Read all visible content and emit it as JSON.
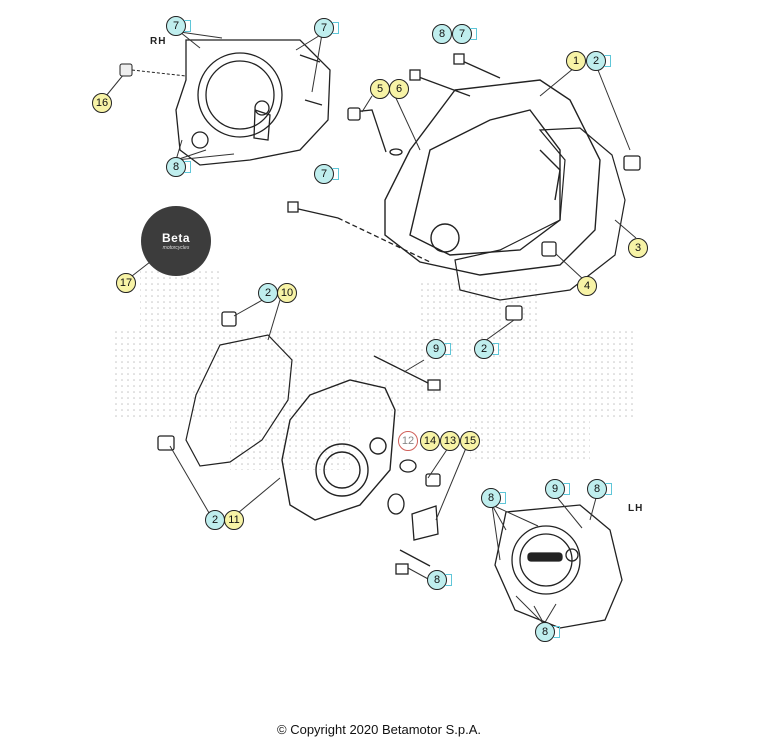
{
  "labels": {
    "rh": "RH",
    "lh": "LH"
  },
  "logo": {
    "brand": "Beta",
    "subtitle": "motorcycles"
  },
  "copyright": "© Copyright 2020 Betamotor S.p.A.",
  "callouts": [
    {
      "id": "c7a",
      "num": "7",
      "style": "cyan"
    },
    {
      "id": "c7b",
      "num": "7",
      "style": "cyan"
    },
    {
      "id": "c16",
      "num": "16",
      "style": "yellow"
    },
    {
      "id": "c8a",
      "num": "8",
      "style": "cyan"
    },
    {
      "id": "c8b",
      "num": "8",
      "style": "cyan"
    },
    {
      "id": "c7c",
      "num": "7",
      "style": "cyan"
    },
    {
      "id": "c1",
      "num": "1",
      "style": "yellow"
    },
    {
      "id": "c2a",
      "num": "2",
      "style": "cyan"
    },
    {
      "id": "c5",
      "num": "5",
      "style": "yellow"
    },
    {
      "id": "c6",
      "num": "6",
      "style": "yellow"
    },
    {
      "id": "c7d",
      "num": "7",
      "style": "cyan"
    },
    {
      "id": "c3",
      "num": "3",
      "style": "yellow"
    },
    {
      "id": "c4",
      "num": "4",
      "style": "yellow"
    },
    {
      "id": "c17",
      "num": "17",
      "style": "yellow"
    },
    {
      "id": "c2b",
      "num": "2",
      "style": "cyan"
    },
    {
      "id": "c10",
      "num": "10",
      "style": "yellow"
    },
    {
      "id": "c2c",
      "num": "2",
      "style": "cyan"
    },
    {
      "id": "c9a",
      "num": "9",
      "style": "cyan"
    },
    {
      "id": "c12",
      "num": "12",
      "style": "red"
    },
    {
      "id": "c14",
      "num": "14",
      "style": "yellow"
    },
    {
      "id": "c13",
      "num": "13",
      "style": "yellow"
    },
    {
      "id": "c15",
      "num": "15",
      "style": "yellow"
    },
    {
      "id": "c2d",
      "num": "2",
      "style": "cyan"
    },
    {
      "id": "c11",
      "num": "11",
      "style": "yellow"
    },
    {
      "id": "c8c",
      "num": "8",
      "style": "cyan"
    },
    {
      "id": "c8d",
      "num": "8",
      "style": "cyan"
    },
    {
      "id": "c9b",
      "num": "9",
      "style": "cyan"
    },
    {
      "id": "c8e",
      "num": "8",
      "style": "cyan"
    },
    {
      "id": "c8f",
      "num": "8",
      "style": "cyan"
    }
  ]
}
